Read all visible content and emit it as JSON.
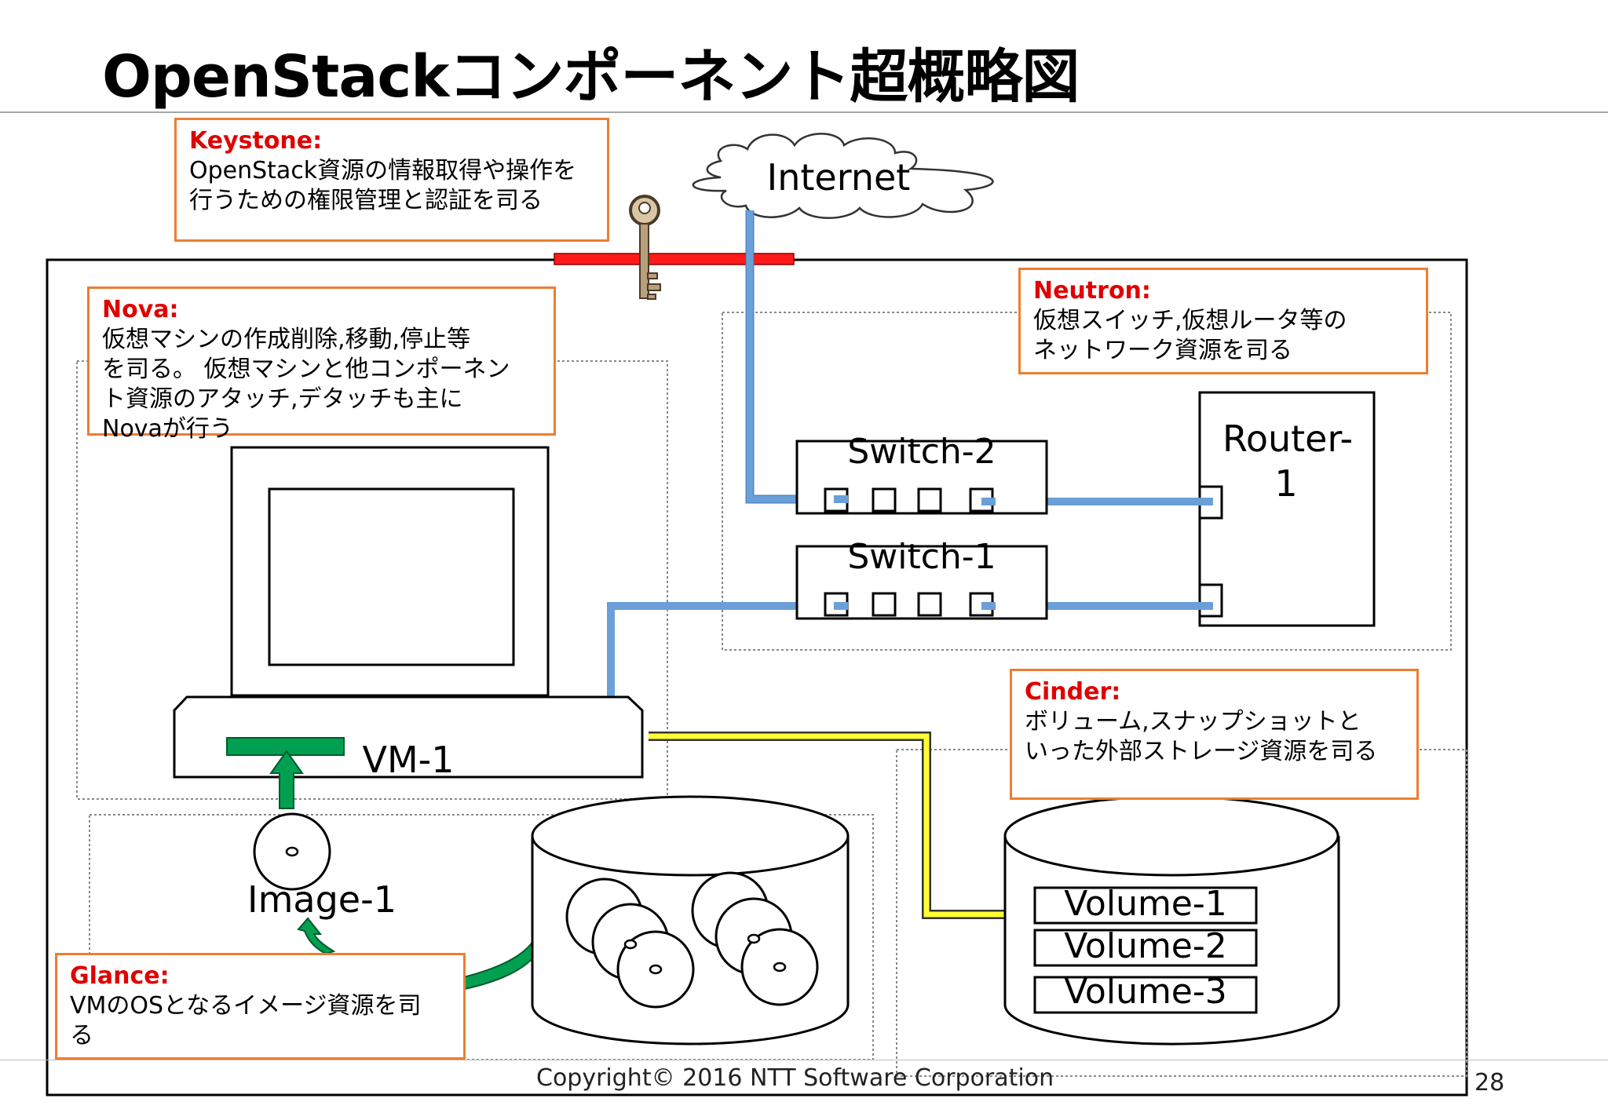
{
  "title": "OpenStackコンポーネント超概略図",
  "callouts": {
    "keystone": {
      "head": "Keystone:",
      "body": "OpenStack資源の情報取得や操作を\n行うための権限管理と認証を司る"
    },
    "nova": {
      "head": "Nova:",
      "body": "仮想マシンの作成削除,移動,停止等\nを司る。 仮想マシンと他コンポーネン\nト資源のアタッチ,デタッチも主に\nNovaが行う"
    },
    "neutron": {
      "head": "Neutron:",
      "body": "仮想スイッチ,仮想ルータ等の\nネットワーク資源を司る"
    },
    "cinder": {
      "head": "Cinder:",
      "body": "ボリューム,スナップショットと\nいった外部ストレージ資源を司る"
    },
    "glance": {
      "head": "Glance:",
      "body": "VMのOSとなるイメージ資源を司\nる"
    }
  },
  "labels": {
    "internet": "Internet",
    "switch2": "Switch-2",
    "switch1": "Switch-1",
    "router_line1": "Router-",
    "router_line2": "1",
    "vm": "VM-1",
    "image": "Image-1",
    "volume1": "Volume-1",
    "volume2": "Volume-2",
    "volume3": "Volume-3"
  },
  "footer": {
    "copyright": "Copyright© 2016 NTT Software Corporation",
    "page": "28"
  },
  "colors": {
    "callout_border": "#ed7d31",
    "callout_head": "#e00000",
    "network_link": "#6a9fd8",
    "storage_link": "#ffff33",
    "image_arrow": "#00a050",
    "firewall": "#ff1a1a"
  },
  "icons": [
    "cloud-icon",
    "key-icon",
    "monitor-icon",
    "disk-icon",
    "database-icon"
  ]
}
